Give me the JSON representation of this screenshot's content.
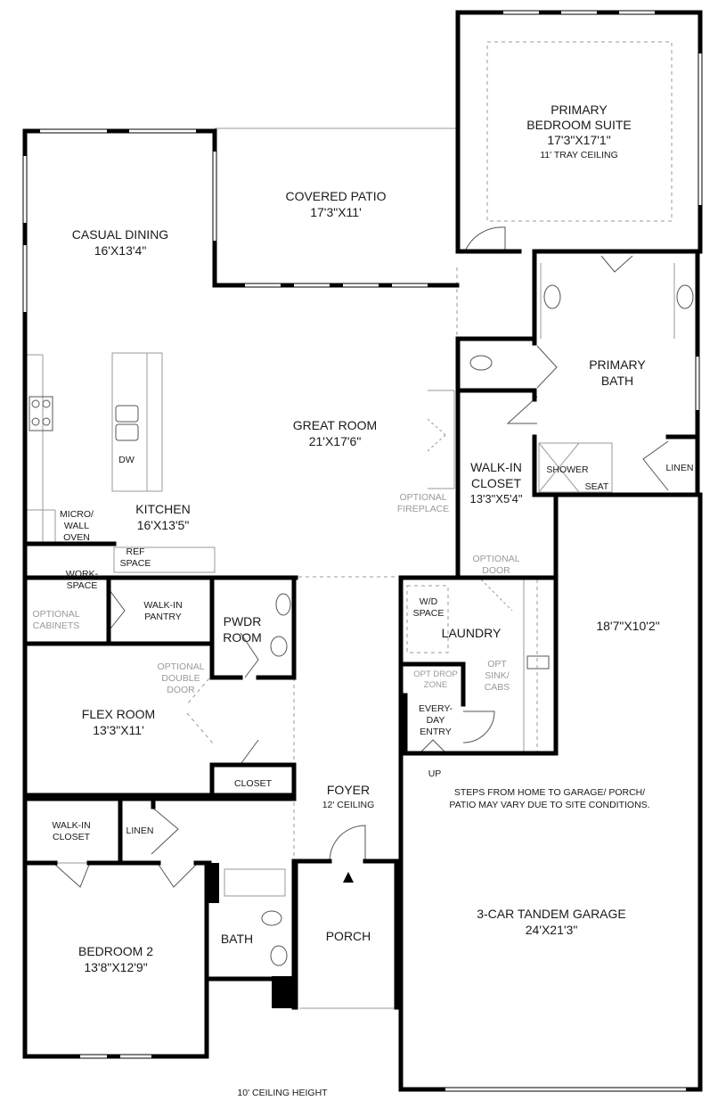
{
  "rooms": {
    "primary_suite": {
      "name1": "PRIMARY",
      "name2": "BEDROOM SUITE",
      "dims": "17'3\"X17'1\"",
      "note": "11' TRAY CEILING"
    },
    "covered_patio": {
      "name": "COVERED PATIO",
      "dims": "17'3\"X11'"
    },
    "casual_dining": {
      "name": "CASUAL DINING",
      "dims": "16'X13'4\""
    },
    "great_room": {
      "name": "GREAT ROOM",
      "dims": "21'X17'6\""
    },
    "primary_bath": {
      "name1": "PRIMARY",
      "name2": "BATH"
    },
    "walkin_closet_primary": {
      "name1": "WALK-IN",
      "name2": "CLOSET",
      "dims": "13'3\"X5'4\""
    },
    "kitchen": {
      "name": "KITCHEN",
      "dims": "16'X13'5\""
    },
    "pwdr_room": {
      "name1": "PWDR",
      "name2": "ROOM"
    },
    "laundry": {
      "name": "LAUNDRY"
    },
    "flex_room": {
      "name": "FLEX ROOM",
      "dims": "13'3\"X11'"
    },
    "foyer": {
      "name": "FOYER",
      "note": "12' CEILING"
    },
    "bedroom2": {
      "name": "BEDROOM 2",
      "dims": "13'8\"X12'9\""
    },
    "bath": {
      "name": "BATH"
    },
    "porch": {
      "name": "PORCH"
    },
    "garage": {
      "name": "3-CAR TANDEM GARAGE",
      "dims": "24'X21'3\"",
      "upper_dims": "18'7\"X10'2\""
    }
  },
  "fixtures": {
    "dw": "DW",
    "micro": [
      "MICRO/",
      "WALL",
      "OVEN"
    ],
    "ref": [
      "REF",
      "SPACE"
    ],
    "workspace": [
      "WORK-",
      "SPACE"
    ],
    "walkin_pantry": [
      "WALK-IN",
      "PANTRY"
    ],
    "closet": "CLOSET",
    "walkin_closet_bed": [
      "WALK-IN",
      "CLOSET"
    ],
    "linen_hall": "LINEN",
    "linen_bath": "LINEN",
    "shower": "SHOWER",
    "seat": "SEAT",
    "wd_space": [
      "W/D",
      "SPACE"
    ],
    "everyday_entry": [
      "EVERY-",
      "DAY",
      "ENTRY"
    ],
    "up": "UP"
  },
  "optional": {
    "fireplace": [
      "OPTIONAL",
      "FIREPLACE"
    ],
    "door": [
      "OPTIONAL",
      "DOOR"
    ],
    "cabinets": [
      "OPTIONAL",
      "CABINETS"
    ],
    "double_door": [
      "OPTIONAL",
      "DOUBLE",
      "DOOR"
    ],
    "drop_zone": [
      "OPT DROP",
      "ZONE"
    ],
    "sink_cabs": [
      "OPT",
      "SINK/",
      "CABS"
    ]
  },
  "notes": {
    "steps": [
      "STEPS FROM HOME TO GARAGE/ PORCH/",
      "PATIO MAY VARY DUE TO SITE CONDITIONS."
    ],
    "ceiling": "10' CEILING HEIGHT"
  }
}
